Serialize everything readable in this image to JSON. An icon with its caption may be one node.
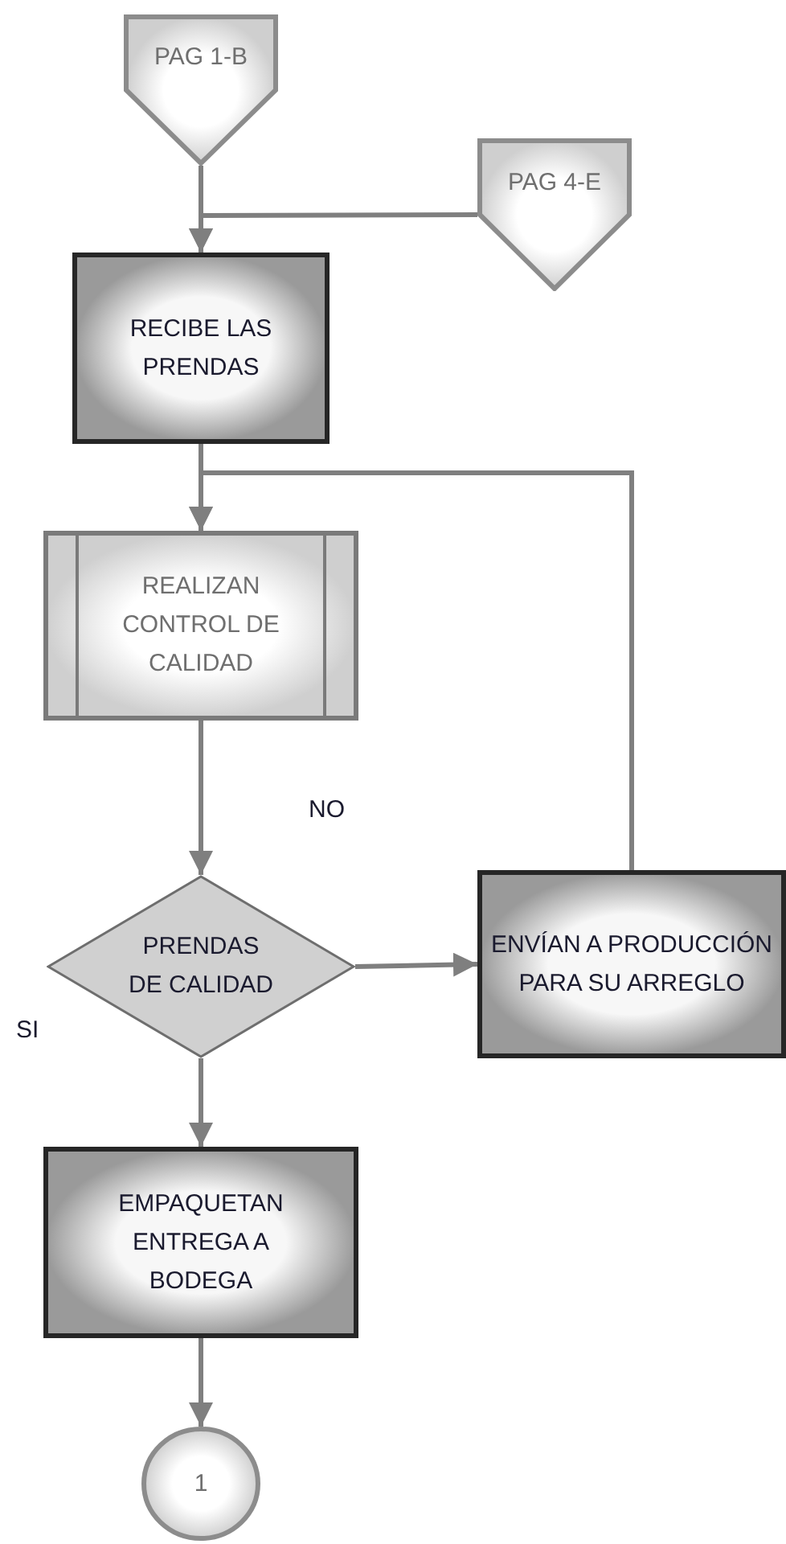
{
  "diagram": {
    "nodes": [
      {
        "text": [
          "PAG 1-B"
        ]
      },
      {
        "text": [
          "PAG 4-E"
        ]
      },
      {
        "text": [
          "RECIBE LAS PRENDAS"
        ]
      },
      {
        "text": [
          "REALIZAN CONTROL DE CALIDAD"
        ]
      },
      {
        "text": [
          "PRENDAS DE CALIDAD"
        ]
      },
      {
        "text": [
          "ENVÍAN A PRODUCCIÓN PARA SU ARREGLO"
        ]
      },
      {
        "text": [
          "EMPAQUETAN ENTREGA A BODEGA"
        ]
      },
      {
        "text": [
          "1"
        ]
      }
    ],
    "edges": [
      {
        "from": 0,
        "to": 2,
        "arrow": "to"
      },
      {
        "from": 1,
        "to": 2,
        "arrow": "to"
      },
      {
        "from": 2,
        "to": 3,
        "arrow": "to"
      },
      {
        "from": 3,
        "to": 4,
        "arrow": "to"
      },
      {
        "from": 4,
        "to": 5,
        "arrow": "to"
      },
      {
        "from": 5,
        "to": 3,
        "arrow": "to"
      },
      {
        "from": 4,
        "to": 6,
        "arrow": "to"
      },
      {
        "from": 6,
        "to": 7,
        "arrow": "to"
      }
    ],
    "labels": [
      "NO",
      "SI"
    ]
  }
}
